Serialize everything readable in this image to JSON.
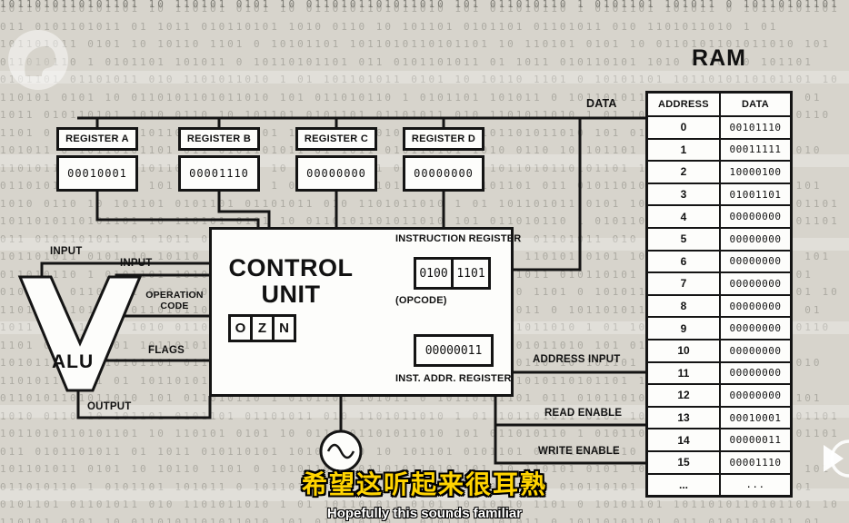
{
  "background": {
    "color": "#d7d4cc",
    "texture_line": "1011010110101101 10 110101 0101 10 0110101101011010 101 011010110 1 0101101 101011 0 10110101101 011 0101101011 01 1011 010110101 1010 0110 10 101101 0101101 01101011 010 1101011010 1 01 101101011 0101 10 10110 1101 0 10101101"
  },
  "ram": {
    "title": "RAM",
    "headers": [
      "ADDRESS",
      "DATA"
    ],
    "rows": [
      [
        "0",
        "00101110"
      ],
      [
        "1",
        "00011111"
      ],
      [
        "2",
        "10000100"
      ],
      [
        "3",
        "01001101"
      ],
      [
        "4",
        "00000000"
      ],
      [
        "5",
        "00000000"
      ],
      [
        "6",
        "00000000"
      ],
      [
        "7",
        "00000000"
      ],
      [
        "8",
        "00000000"
      ],
      [
        "9",
        "00000000"
      ],
      [
        "10",
        "00000000"
      ],
      [
        "11",
        "00000000"
      ],
      [
        "12",
        "00000000"
      ],
      [
        "13",
        "00010001"
      ],
      [
        "14",
        "00000011"
      ],
      [
        "15",
        "00001110"
      ],
      [
        "...",
        "..."
      ]
    ]
  },
  "registers": [
    {
      "label": "REGISTER A",
      "value": "00010001"
    },
    {
      "label": "REGISTER B",
      "value": "00001110"
    },
    {
      "label": "REGISTER C",
      "value": "00000000"
    },
    {
      "label": "REGISTER D",
      "value": "00000000"
    }
  ],
  "control_unit": {
    "line1": "CONTROL",
    "line2": "UNIT"
  },
  "flags": {
    "cells": [
      "O",
      "Z",
      "N"
    ]
  },
  "instruction_register": {
    "title": "INSTRUCTION REGISTER",
    "opcode_hi": "0100",
    "opcode_lo": "1101",
    "subtitle": "(OPCODE)"
  },
  "inst_addr_register": {
    "value": "00000011",
    "title": "INST. ADDR. REGISTER"
  },
  "alu": {
    "label": "ALU"
  },
  "labels": {
    "data": "DATA",
    "input_top": "INPUT",
    "input_bottom": "INPUT",
    "operation_code": "OPERATION CODE",
    "flags": "FLAGS",
    "output": "OUTPUT",
    "address_input": "ADDRESS INPUT",
    "read_enable": "READ ENABLE",
    "write_enable": "WRITE ENABLE"
  },
  "subtitles": {
    "zh": "希望这听起来很耳熟",
    "en": "Hopefully this sounds familiar"
  }
}
